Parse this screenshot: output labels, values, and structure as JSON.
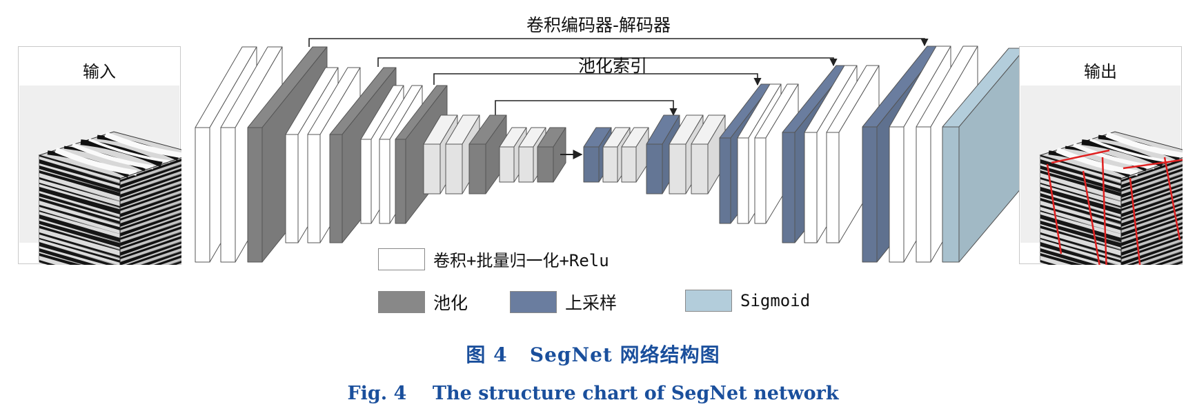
{
  "colors": {
    "conv": "#ffffff",
    "pool": "#888888",
    "upsample": "#6a7d9f",
    "sigmoid": "#b3cddb",
    "caption": "#1a4f9c",
    "fault_line": "#e02020"
  },
  "icons": [
    "striped-cube-icon",
    "striped-cube-with-faults-icon"
  ],
  "diagram": {
    "input_label": "输入",
    "output_label": "输出",
    "skip_label_outer": "卷积编码器-解码器",
    "skip_label_inner": "池化索引"
  },
  "legend": {
    "conv": "卷积+批量归一化+Relu",
    "pool": "池化",
    "upsample": "上采样",
    "sigmoid": "Sigmoid"
  },
  "caption": {
    "zh": "图 4   SegNet 网络结构图",
    "en": "Fig. 4    The structure chart of SegNet network"
  }
}
